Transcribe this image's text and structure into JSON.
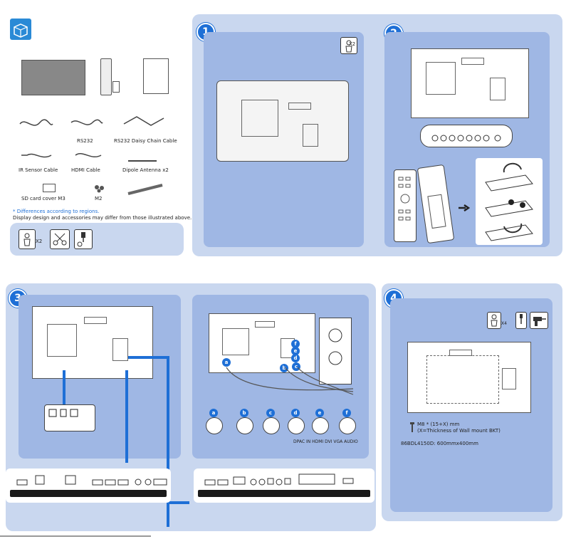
{
  "step_numbers": [
    "1",
    "2",
    "3",
    "4"
  ],
  "accessories": {
    "rs232": "RS232",
    "rs232_daisy": "RS232 Daisy Chain Cable",
    "ir_sensor": "IR Sensor Cable",
    "hdmi_cable": "HDMI Cable",
    "dipole": "Dipole Antenna x2",
    "sd_cover": "SD card cover M3",
    "m2": "M2",
    "note_regions": "* Differences according to regions.",
    "note_design": "Display design and accessories may differ from those illustrated above.",
    "tools_count": "X2"
  },
  "step1": {
    "people_count": "X2"
  },
  "step3": {
    "port_letters": [
      "a",
      "b",
      "c",
      "d",
      "e",
      "f"
    ],
    "port_caption": "DPAC IN HDMI DVI VGA AUDIO"
  },
  "step4": {
    "tools_count": "X4",
    "screw_spec_line1": "M8 * (15+X) mm",
    "screw_spec_line2": "(X=Thickness of  Wall mount BKT)",
    "model_dims": "86BDL4150D: 600mmx400mm"
  },
  "colors": {
    "accent": "#1e6fd6",
    "panel_light": "#c9d7ef",
    "panel_mid": "#9fb7e4"
  }
}
